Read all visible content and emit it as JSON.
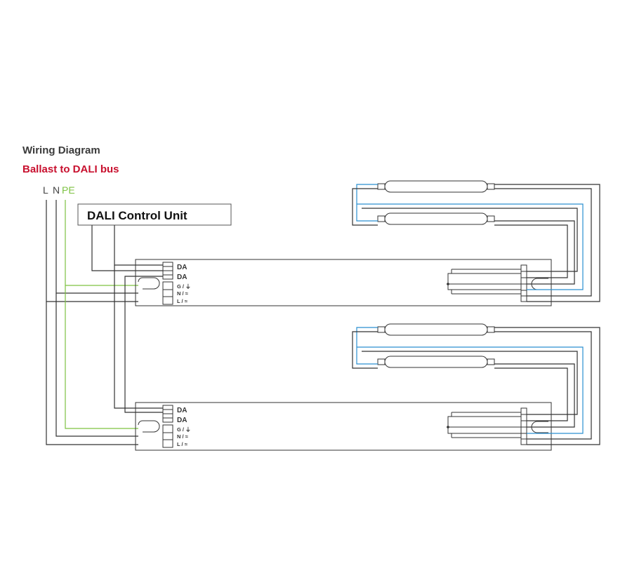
{
  "title": "Wiring Diagram",
  "subtitle": "Ballast to DALI bus",
  "supply": {
    "l": "L",
    "n": "N",
    "pe": "PE"
  },
  "control_unit": {
    "label": "DALI  Control Unit"
  },
  "ballasts": [
    {
      "da1": "DA",
      "da2": "DA",
      "g": "G / ⏚",
      "n": "N / ≈",
      "l": "L / ≈"
    },
    {
      "da1": "DA",
      "da2": "DA",
      "g": "G / ⏚",
      "n": "N / ≈",
      "l": "L / ≈"
    }
  ],
  "colors": {
    "wire": "#333333",
    "pe": "#7dc242",
    "lamp_link": "#2a8fd0",
    "subtitle": "#c8102e",
    "title": "#3a3a3a"
  }
}
